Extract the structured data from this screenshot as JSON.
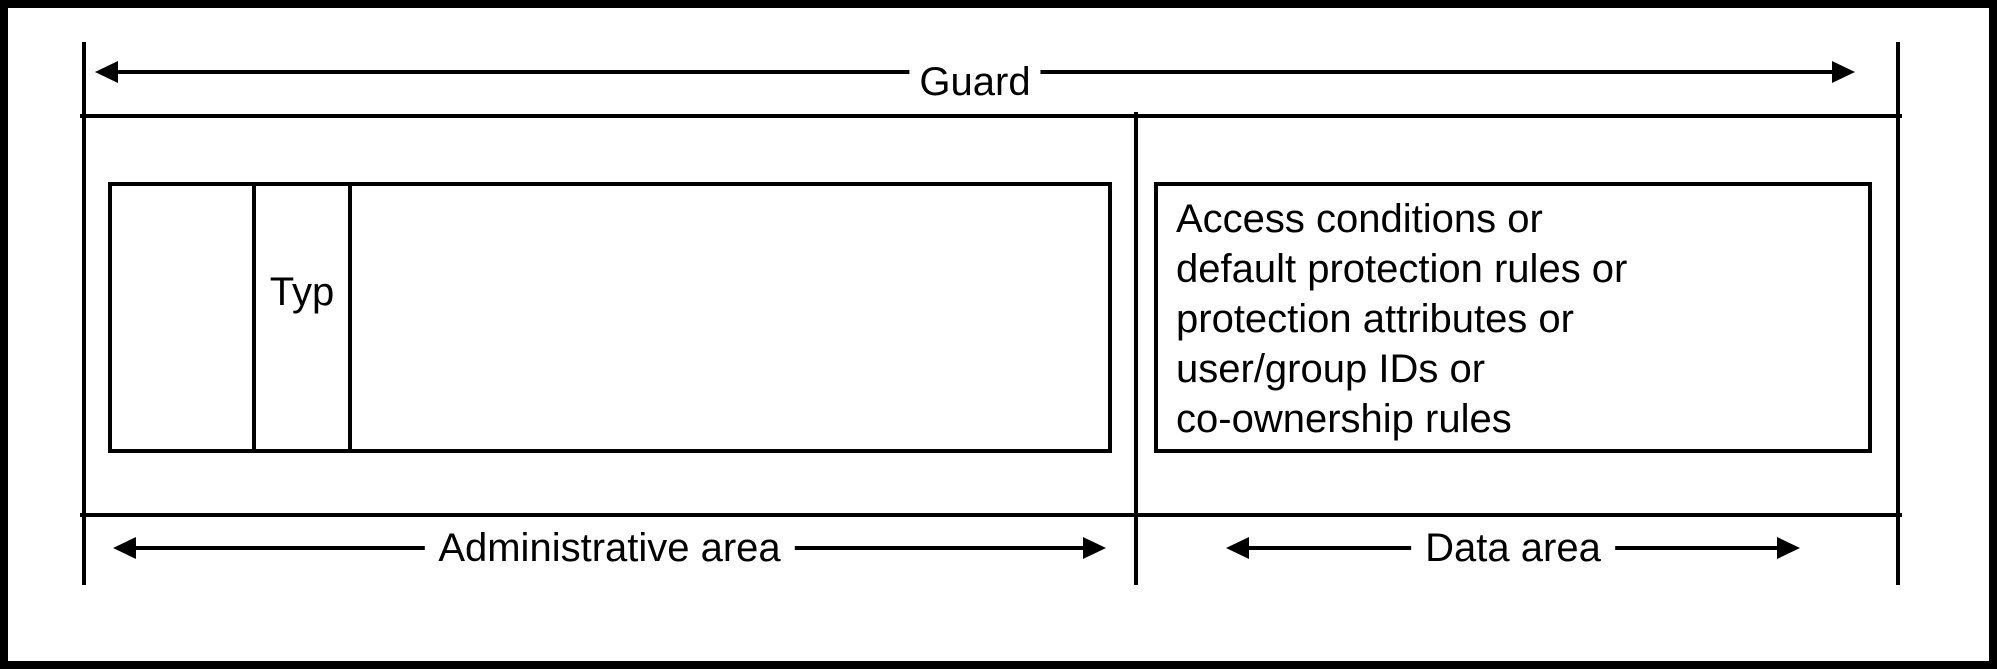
{
  "figure": {
    "colors": {
      "background": "#ffffff",
      "line": "#000000",
      "text": "#000000"
    },
    "icons": {
      "arrowheads": "double-headed-arrow triangles, css-border shapes"
    },
    "guard": {
      "label": "Guard"
    },
    "admin_area": {
      "label": "Administrative area",
      "typ_label": "Typ"
    },
    "data_area": {
      "label": "Data area",
      "content_lines": [
        "Access conditions or",
        "default protection rules or",
        "protection attributes or",
        "user/group IDs or",
        "co-ownership rules"
      ]
    }
  }
}
